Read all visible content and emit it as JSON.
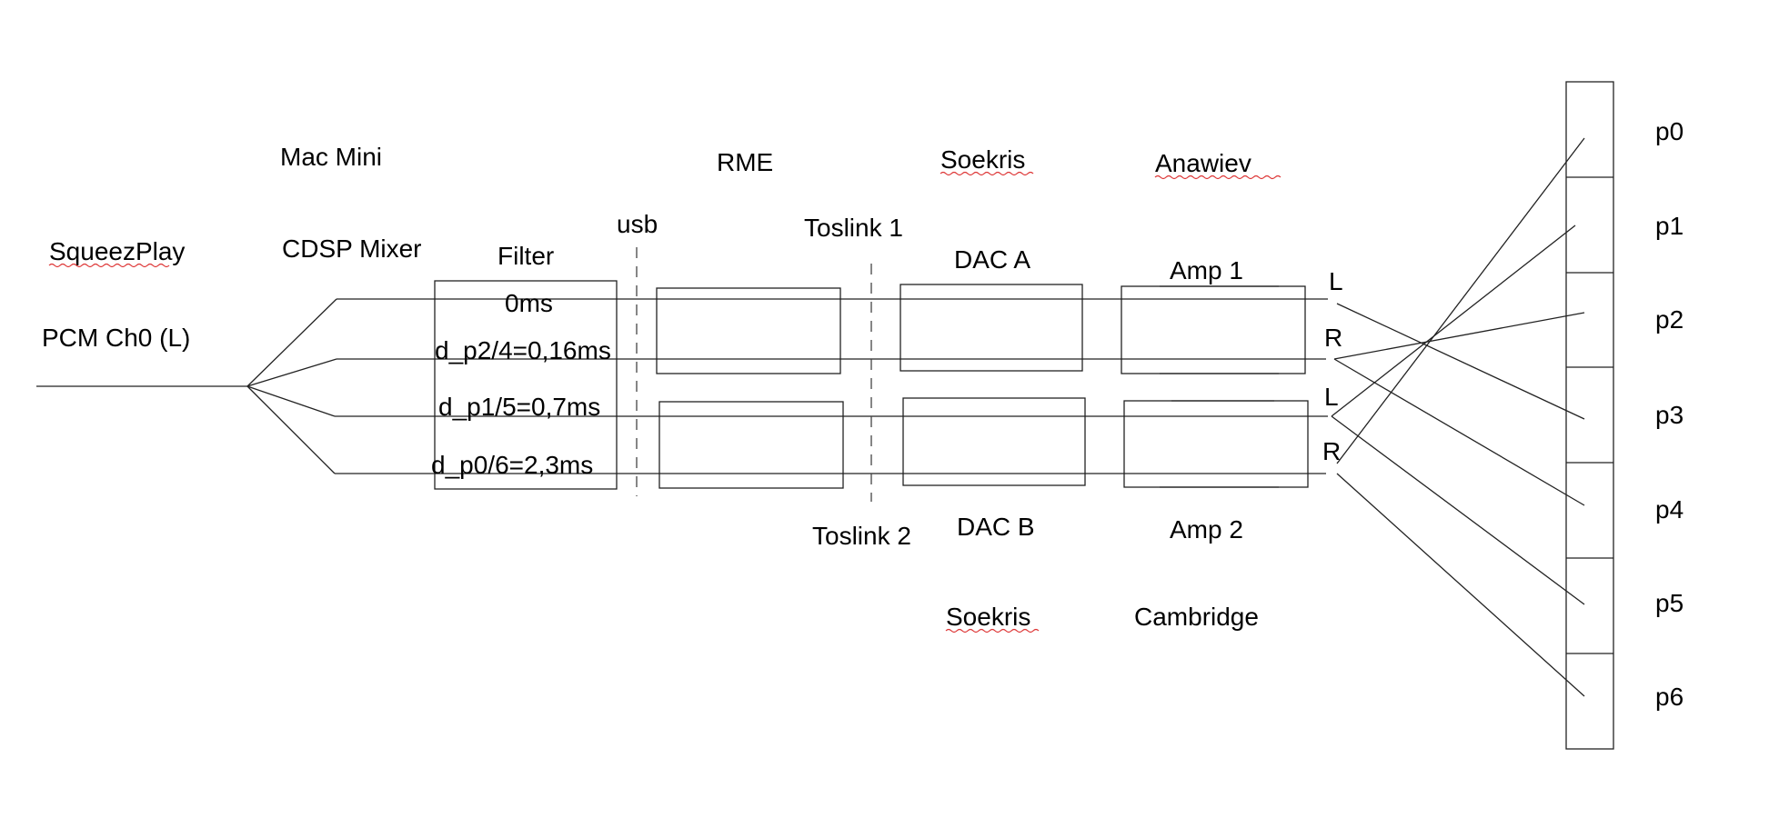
{
  "labels": {
    "squeezplay": "SqueezPlay",
    "pcm_channel": "PCM Ch0 (L)",
    "mac_mini": "Mac Mini",
    "cdsp_mixer": "CDSP Mixer",
    "filter": "Filter",
    "usb": "usb",
    "rme": "RME",
    "toslink_1": "Toslink 1",
    "toslink_2": "Toslink 2",
    "soekris_top": "Soekris",
    "soekris_bottom": "Soekris",
    "dac_a": "DAC A",
    "dac_b": "DAC B",
    "anawiev": "Anawiev",
    "cambridge": "Cambridge",
    "amp_1": "Amp 1",
    "amp_2": "Amp 2"
  },
  "delays": [
    "0ms",
    "d_p2/4=0,16ms",
    "d_p1/5=0,7ms",
    "d_p0/6=2,3ms"
  ],
  "outputs": [
    "L",
    "R",
    "L",
    "R"
  ],
  "positions": [
    "p0",
    "p1",
    "p2",
    "p3",
    "p4",
    "p5",
    "p6"
  ]
}
